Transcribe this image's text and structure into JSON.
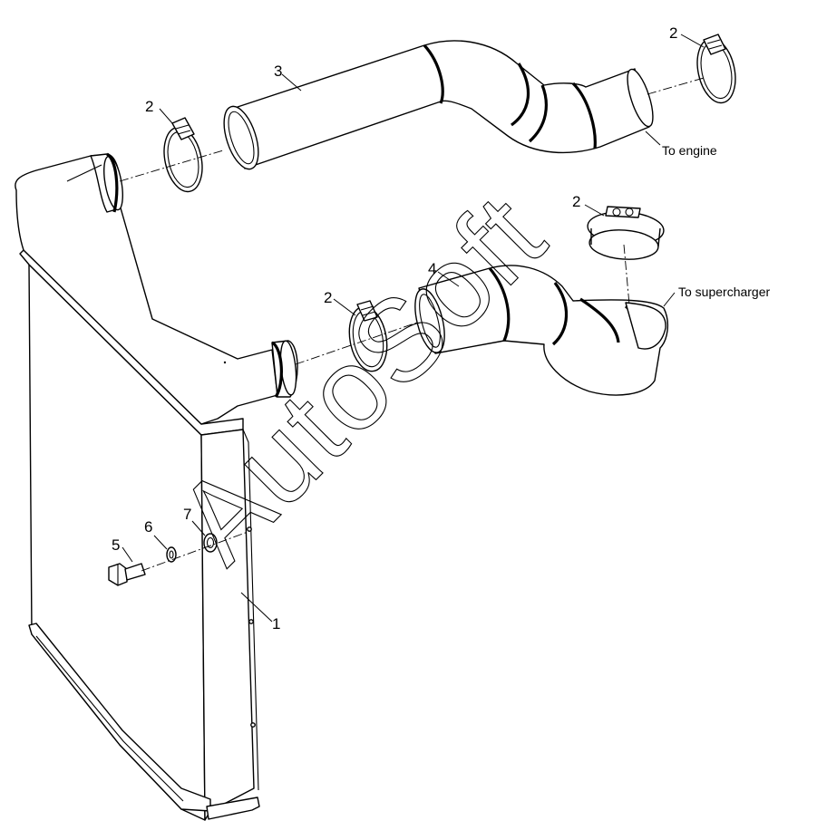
{
  "diagram": {
    "callouts": {
      "radiator": "1",
      "clamp_upper_left": "2",
      "clamp_upper_right": "2",
      "clamp_top_right": "2",
      "clamp_mid_left": "2",
      "upper_pipe": "3",
      "lower_pipe": "4",
      "bolt": "5",
      "washer": "6",
      "grommet": "7"
    },
    "notes": {
      "to_engine": "To engine",
      "to_supercharger": "To supercharger"
    },
    "watermark": "AutoSoft"
  }
}
